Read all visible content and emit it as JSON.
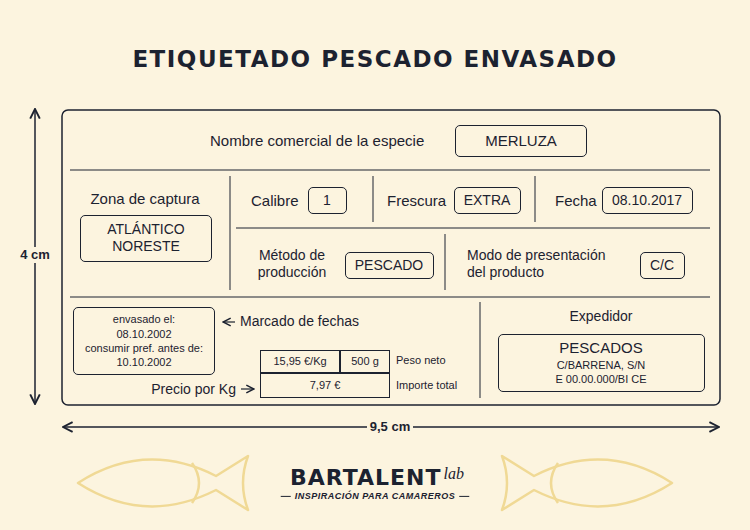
{
  "diagram": {
    "title": "ETIQUETADO PESCADO ENVASADO",
    "nodes": [
      {
        "text": [
          "MERLUZA"
        ]
      },
      {
        "text": [
          "ATLÁNTICO NORESTE"
        ]
      },
      {
        "text": [
          "1"
        ]
      },
      {
        "text": [
          "EXTRA"
        ]
      },
      {
        "text": [
          "08.10.2017"
        ]
      },
      {
        "text": [
          "PESCADO"
        ]
      },
      {
        "text": [
          "C/C"
        ]
      },
      {
        "text": [
          "envasado el:",
          "08.10.2002",
          "consumir pref. antes de:",
          "10.10.2002"
        ]
      },
      {
        "text": [
          "15,95 €/Kg"
        ]
      },
      {
        "text": [
          "500 g"
        ]
      },
      {
        "text": [
          "7,97 €"
        ]
      },
      {
        "text": [
          "PESCADOS",
          "C/BARRENA, S/N",
          "E 00.00.000/BI CE"
        ]
      }
    ],
    "labels": [
      "Nombre comercial de la especie",
      "Zona de captura",
      "Calibre",
      "Frescura",
      "Fecha",
      "Método de producción",
      "Modo de presentación del producto",
      "Marcado de fechas",
      "Peso neto",
      "Importe total",
      "Precio por Kg",
      "Expedidor",
      "4 cm",
      "9,5 cm",
      "BARTALENT",
      "lab",
      "INSPIRACIÓN PARA CAMAREROS"
    ]
  }
}
